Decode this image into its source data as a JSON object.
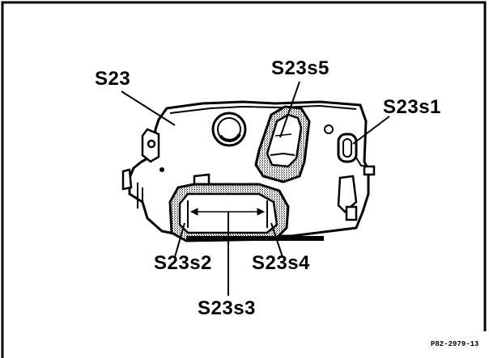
{
  "callouts": {
    "s23": "S23",
    "s23s5": "S23s5",
    "s23s1": "S23s1",
    "s23s2": "S23s2",
    "s23s4": "S23s4",
    "s23s3": "S23s3"
  },
  "reference_code": "P82-2979-13",
  "colors": {
    "ink": "#000000",
    "paper": "#ffffff",
    "shade": "#b8b8b8"
  }
}
